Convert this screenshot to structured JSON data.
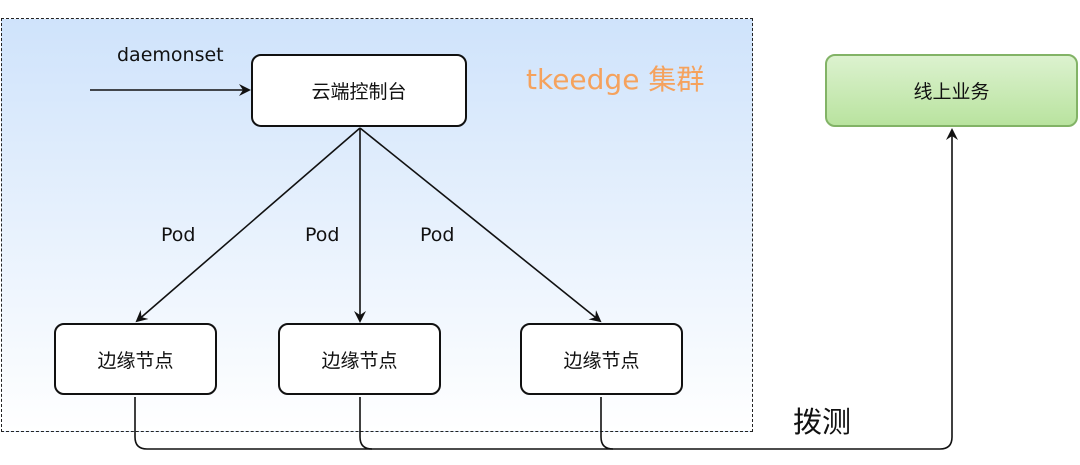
{
  "cluster": {
    "label": "tkeedge 集群"
  },
  "nodes": {
    "console": "云端控制台",
    "edge_nodes": [
      "边缘节点",
      "边缘节点",
      "边缘节点"
    ],
    "online_service": "线上业务"
  },
  "edge_labels": {
    "daemonset": "daemonset",
    "pods": [
      "Pod",
      "Pod",
      "Pod"
    ],
    "probe": "拨测"
  },
  "colors": {
    "cluster_gradient_top": "#cfe3fb",
    "cluster_label": "#f5a25d",
    "online_fill": "#b9e39f",
    "online_border": "#82b366"
  }
}
